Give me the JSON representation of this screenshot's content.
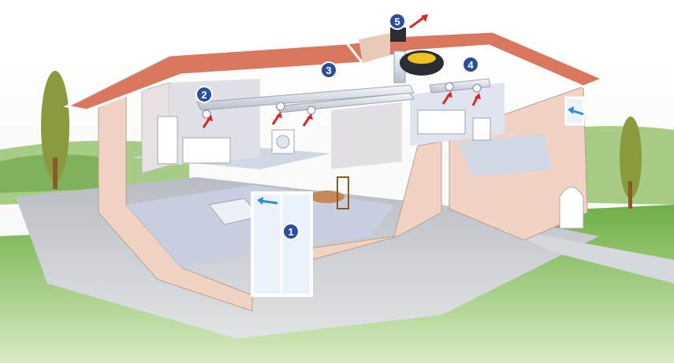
{
  "markers": [
    {
      "label": "1"
    },
    {
      "label": "2"
    },
    {
      "label": "3"
    },
    {
      "label": "4"
    },
    {
      "label": "5"
    }
  ],
  "colors": {
    "marker_fill": "#2b4f9e",
    "marker_ring": "#ffffff",
    "extract_arrow": "#d9262b",
    "supply_arrow": "#2a8fd6",
    "duct": "#e6e9f0",
    "roof": "#d9785f",
    "wall": "#f0d3c2",
    "floor": "#c9cfe0",
    "lawn": "#8fbf57",
    "paving": "#c5c8cd"
  }
}
